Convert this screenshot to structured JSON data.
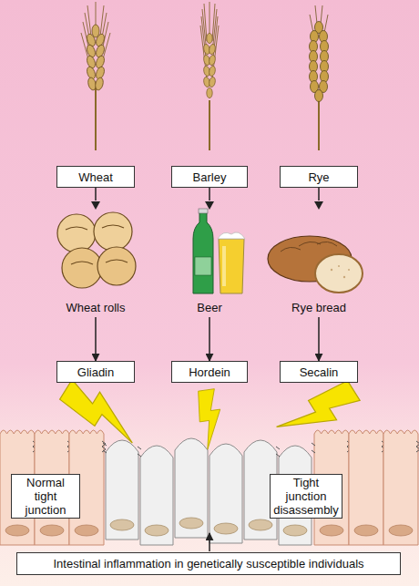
{
  "diagram": {
    "nodes": [
      {
        "text": [
          "Wheat"
        ]
      },
      {
        "text": [
          "Barley"
        ]
      },
      {
        "text": [
          "Rye"
        ]
      },
      {
        "text": [
          "Gliadin"
        ]
      },
      {
        "text": [
          "Hordein"
        ]
      },
      {
        "text": [
          "Secalin"
        ]
      },
      {
        "text": [
          "Normal tight junction"
        ]
      },
      {
        "text": [
          "Tight junction disassembly"
        ]
      },
      {
        "text": [
          "Intestinal inflammation in genetically susceptible individuals"
        ]
      }
    ],
    "edges": [
      {
        "from": 0,
        "to": 3,
        "arrow": "to"
      },
      {
        "from": 1,
        "to": 4,
        "arrow": "to"
      },
      {
        "from": 2,
        "to": 5,
        "arrow": "to"
      }
    ],
    "labels": [
      "Wheat rolls",
      "Beer",
      "Rye bread"
    ]
  }
}
